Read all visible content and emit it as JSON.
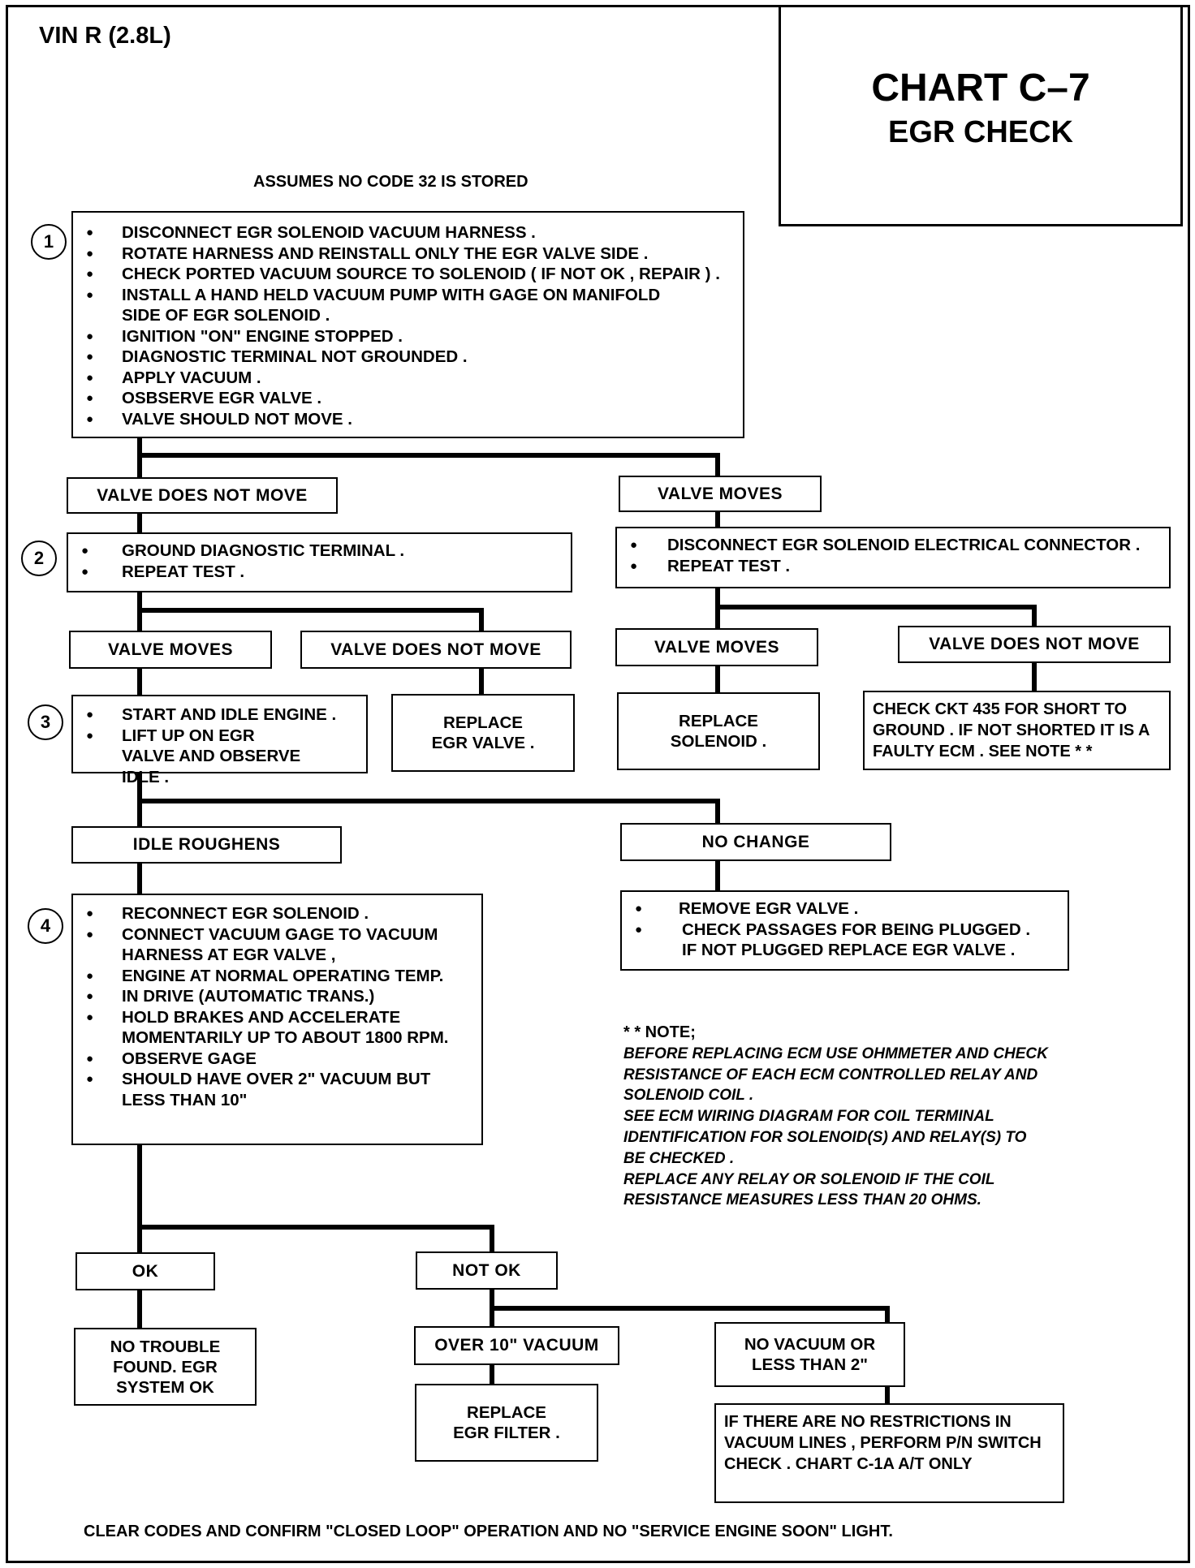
{
  "header": {
    "vin": "VIN R (2.8L)",
    "chart_id": "CHART C–7",
    "chart_title": "EGR CHECK",
    "assumption": "ASSUMES NO CODE 32 IS STORED"
  },
  "step_numbers": [
    "1",
    "2",
    "3",
    "4"
  ],
  "step1": {
    "items": [
      "DISCONNECT EGR SOLENOID VACUUM HARNESS .",
      "ROTATE HARNESS AND REINSTALL ONLY THE EGR VALVE SIDE .",
      "CHECK PORTED VACUUM SOURCE TO SOLENOID ( IF NOT OK , REPAIR ) .",
      "INSTALL A HAND HELD VACUUM PUMP WITH GAGE ON MANIFOLD SIDE OF EGR SOLENOID .",
      "IGNITION \"ON\" ENGINE STOPPED .",
      "DIAGNOSTIC TERMINAL NOT GROUNDED .",
      "APPLY VACUUM .",
      "OSBSERVE EGR VALVE .",
      "VALVE SHOULD NOT MOVE ."
    ]
  },
  "branch1": {
    "left": "VALVE DOES NOT MOVE",
    "right": "VALVE  MOVES"
  },
  "step2_left": {
    "items": [
      "GROUND DIAGNOSTIC TERMINAL .",
      "REPEAT TEST ."
    ]
  },
  "step2_right": {
    "items": [
      "DISCONNECT EGR SOLENOID ELECTRICAL CONNECTOR .",
      "REPEAT TEST ."
    ]
  },
  "branch2": {
    "a": "VALVE  MOVES",
    "b": "VALVE DOES NOT MOVE",
    "c": "VALVE  MOVES",
    "d": "VALVE DOES NOT MOVE"
  },
  "step3": {
    "items": [
      "START AND IDLE ENGINE .",
      "LIFT UP ON EGR VALVE AND OBSERVE IDLE ."
    ]
  },
  "result_replace_egr_valve": "REPLACE EGR VALVE .",
  "result_replace_solenoid": "REPLACE SOLENOID .",
  "result_check_ckt": "CHECK CKT 435 FOR SHORT TO GROUND . IF NOT SHORTED IT IS A FAULTY ECM . SEE NOTE * *",
  "branch3": {
    "left": "IDLE ROUGHENS",
    "right": "NO CHANGE"
  },
  "step4": {
    "items": [
      "RECONNECT EGR SOLENOID .",
      "CONNECT VACUUM GAGE TO VACUUM HARNESS AT EGR VALVE ,",
      "ENGINE AT NORMAL OPERATING TEMP.",
      "IN DRIVE (AUTOMATIC TRANS.)",
      "HOLD BRAKES AND ACCELERATE MOMENTARILY UP TO ABOUT 1800 RPM.",
      "OBSERVE GAGE",
      "SHOULD HAVE OVER 2\" VACUUM BUT LESS THAN 10\""
    ]
  },
  "no_change_box": {
    "items": [
      "REMOVE EGR VALVE .",
      "CHECK PASSAGES FOR BEING PLUGGED . IF NOT PLUGGED REPLACE EGR VALVE ."
    ]
  },
  "note": {
    "heading": "* *  NOTE;",
    "lines": [
      "BEFORE REPLACING ECM USE OHMMETER AND CHECK",
      "RESISTANCE OF EACH ECM CONTROLLED RELAY AND",
      "SOLENOID COIL .",
      "SEE ECM WIRING DIAGRAM FOR COIL TERMINAL",
      "IDENTIFICATION FOR SOLENOID(S) AND RELAY(S) TO",
      "BE CHECKED .",
      "REPLACE ANY RELAY OR SOLENOID IF THE COIL",
      "RESISTANCE MEASURES LESS THAN 20 OHMS."
    ]
  },
  "branch4": {
    "left": "OK",
    "right": "NOT OK"
  },
  "result_no_trouble": "NO TROUBLE FOUND. EGR SYSTEM OK",
  "branch5": {
    "left": "OVER  10\" VACUUM",
    "right": "NO VACUUM OR LESS THAN 2\""
  },
  "result_replace_filter": "REPLACE EGR FILTER .",
  "result_pn_check": "IF THERE ARE NO RESTRICTIONS IN VACUUM LINES , PERFORM P/N SWITCH CHECK . CHART C-1A A/T ONLY",
  "footer": "CLEAR CODES AND CONFIRM \"CLOSED LOOP\" OPERATION AND NO \"SERVICE ENGINE SOON\" LIGHT."
}
